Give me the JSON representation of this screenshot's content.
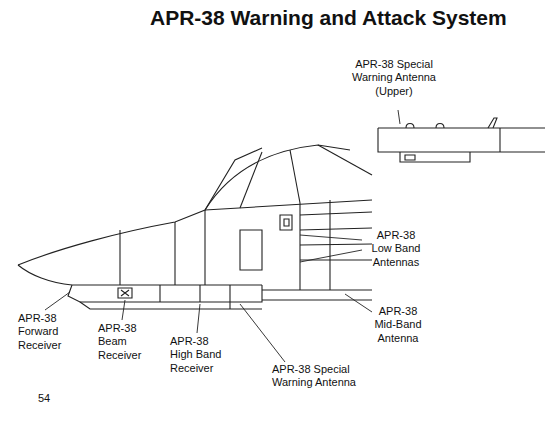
{
  "diagram": {
    "title": "APR-38 Warning and Attack System",
    "labels": [
      "APR-38 Special Warning Antenna (Upper)",
      "APR-38 Low Band Antennas",
      "APR-38 Mid-Band Antenna",
      "APR-38 Forward Receiver",
      "APR-38 Beam Receiver",
      "APR-38 High Band Receiver",
      "APR-38 Special Warning Antenna",
      "54"
    ]
  }
}
